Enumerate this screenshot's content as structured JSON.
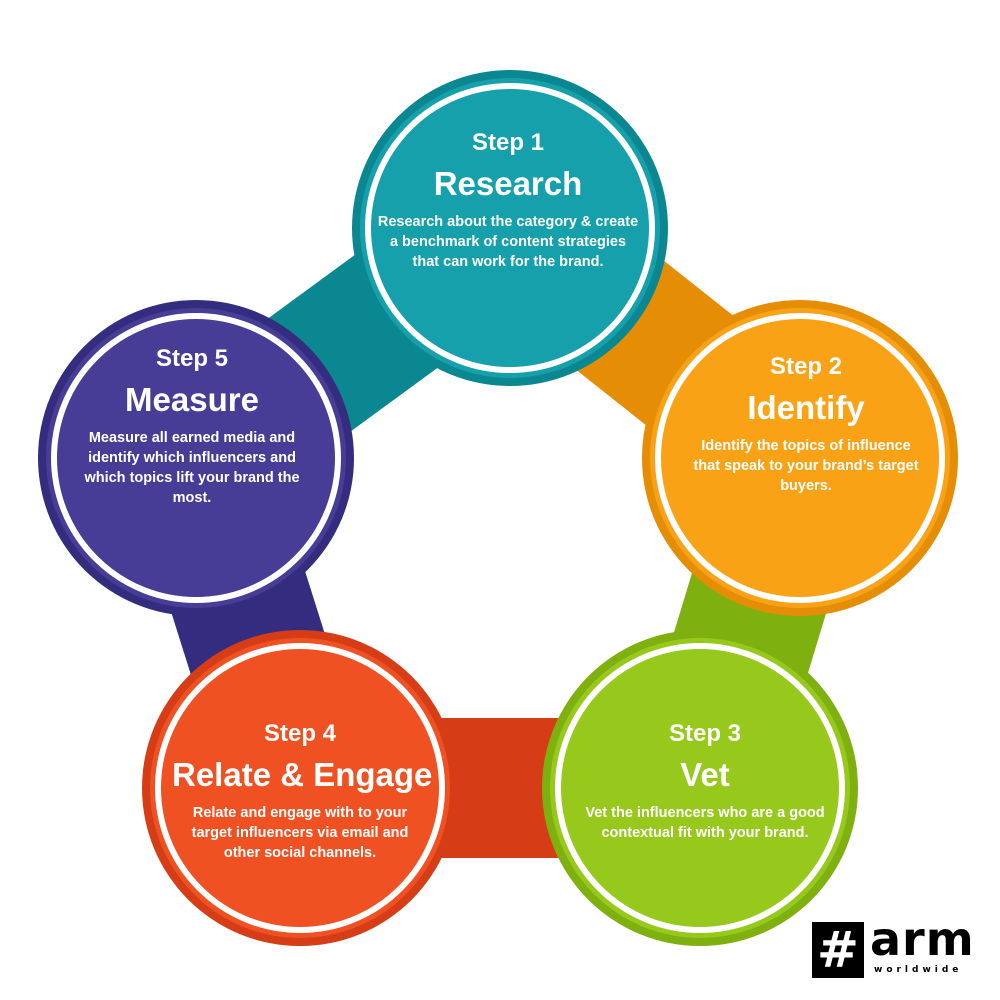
{
  "steps": [
    {
      "label": "Step 1",
      "title": "Research",
      "description": "Research about the category & create a benchmark of content strategies that can work for the brand.",
      "color": "#16a0ab",
      "color_dark": "#0a8790"
    },
    {
      "label": "Step 2",
      "title": "Identify",
      "description": "Identify  the topics of influence that speak to your brand’s target buyers.",
      "color": "#f9a215",
      "color_dark": "#e68d06"
    },
    {
      "label": "Step 3",
      "title": "Vet",
      "description": "Vet the influencers who are a good contextual fit with your brand.",
      "color": "#97c91c",
      "color_dark": "#7eb00f"
    },
    {
      "label": "Step 4",
      "title": "Relate & Engage",
      "description": "Relate and engage with to your target influencers via email and other social channels.",
      "color": "#ef5122",
      "color_dark": "#d63d16"
    },
    {
      "label": "Step 5",
      "title": "Measure",
      "description": "Measure all earned media and identify which influencers and which topics lift your brand the most.",
      "color": "#483d96",
      "color_dark": "#332c7f"
    }
  ],
  "logo": {
    "mark": "#",
    "word": "arm",
    "tagline": "worldwide"
  }
}
